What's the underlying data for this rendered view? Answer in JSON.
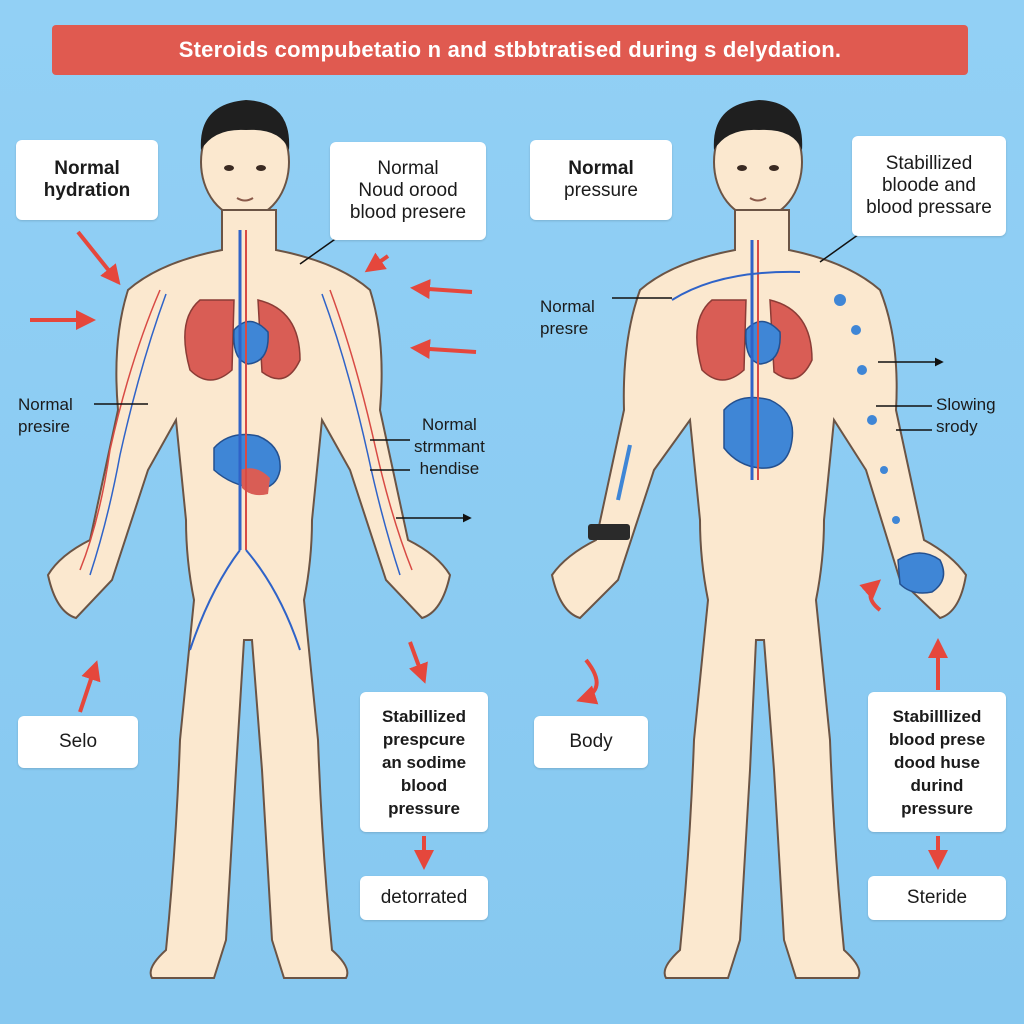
{
  "title": "Steroids compubetatio n and stbbtratised during s delydation.",
  "colors": {
    "background": "#8ecdf3",
    "banner": "#e05a50",
    "skin": "#fbe8cf",
    "skin_outline": "#6b5445",
    "artery": "#d84a44",
    "vein": "#2f63c8",
    "organ_red": "#d95d55",
    "organ_blue": "#3f86d6",
    "arrow": "#e5473c"
  },
  "left_figure": {
    "box_normal_hydration": [
      "Normal",
      "hydration"
    ],
    "box_blood_pressure": [
      "Normal",
      "Noud orood",
      "blood presere"
    ],
    "label_normal_presire": [
      "Normal",
      "presire"
    ],
    "label_stomach": [
      "Normal",
      "strmmant",
      "hendise"
    ],
    "box_selo": "Selo",
    "box_stabilized": [
      "Stabillized",
      "prespcure",
      "an sodime",
      "blood",
      "pressure"
    ],
    "box_deterrated": "detorrated"
  },
  "right_figure": {
    "box_normal_pressure": [
      "Normal",
      "pressure"
    ],
    "box_stabilized_top": [
      "Stabillized",
      "bloode and",
      "blood pressare"
    ],
    "label_normal_presre": [
      "Normal",
      "presre"
    ],
    "label_slowing": [
      "Slowing",
      "srody"
    ],
    "box_body": "Body",
    "box_stabilized_bottom": [
      "Stabilllized",
      "blood prese",
      "dood huse",
      "durind",
      "pressure"
    ],
    "box_steride": "Steride"
  }
}
